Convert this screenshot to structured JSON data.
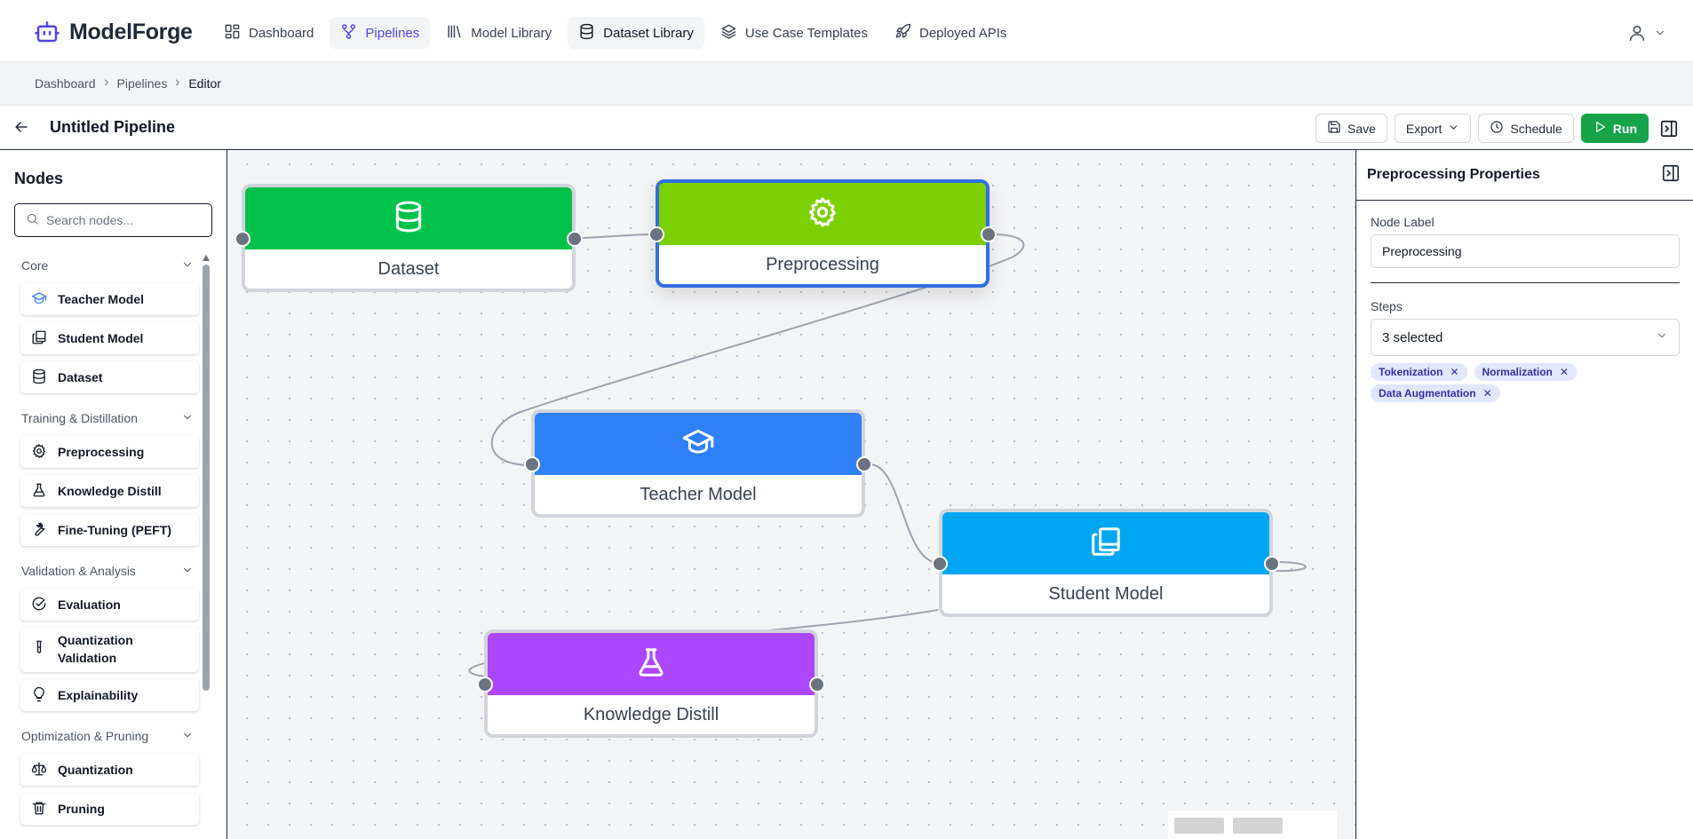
{
  "app": {
    "name": "ModelForge"
  },
  "nav": {
    "items": [
      {
        "label": "Dashboard",
        "icon": "dashboard-grid-icon",
        "state": ""
      },
      {
        "label": "Pipelines",
        "icon": "pipelines-icon",
        "state": "active"
      },
      {
        "label": "Model Library",
        "icon": "library-icon",
        "state": ""
      },
      {
        "label": "Dataset Library",
        "icon": "database-icon",
        "state": "hover"
      },
      {
        "label": "Use Case Templates",
        "icon": "layers-icon",
        "state": ""
      },
      {
        "label": "Deployed APIs",
        "icon": "rocket-icon",
        "state": ""
      }
    ]
  },
  "breadcrumb": [
    "Dashboard",
    "Pipelines",
    "Editor"
  ],
  "editor": {
    "title": "Untitled Pipeline",
    "save_label": "Save",
    "export_label": "Export",
    "schedule_label": "Schedule",
    "run_label": "Run"
  },
  "sidebar": {
    "title": "Nodes",
    "search_placeholder": "Search nodes...",
    "categories": [
      {
        "name": "Core",
        "items": [
          {
            "label": "Teacher Model",
            "icon": "graduation-cap-icon"
          },
          {
            "label": "Student Model",
            "icon": "book-copy-icon"
          },
          {
            "label": "Dataset",
            "icon": "database-icon"
          }
        ]
      },
      {
        "name": "Training & Distillation",
        "items": [
          {
            "label": "Preprocessing",
            "icon": "gear-icon"
          },
          {
            "label": "Knowledge Distill",
            "icon": "flask-icon"
          },
          {
            "label": "Fine-Tuning (PEFT)",
            "icon": "wrench-icon"
          }
        ]
      },
      {
        "name": "Validation & Analysis",
        "items": [
          {
            "label": "Evaluation",
            "icon": "check-circle-icon"
          },
          {
            "label": "Quantization Validation",
            "icon": "test-tube-icon"
          },
          {
            "label": "Explainability",
            "icon": "lightbulb-icon"
          }
        ]
      },
      {
        "name": "Optimization & Pruning",
        "items": [
          {
            "label": "Quantization",
            "icon": "scale-icon"
          },
          {
            "label": "Pruning",
            "icon": "trash-icon"
          }
        ]
      }
    ]
  },
  "canvas": {
    "nodes": [
      {
        "id": "dataset",
        "label": "Dataset",
        "color": "#00c24a",
        "icon": "database-icon",
        "selected": false
      },
      {
        "id": "preprocessing",
        "label": "Preprocessing",
        "color": "#7ccf00",
        "icon": "gear-icon",
        "selected": true
      },
      {
        "id": "teacher",
        "label": "Teacher Model",
        "color": "#2f7ff7",
        "icon": "graduation-cap-icon",
        "selected": false
      },
      {
        "id": "student",
        "label": "Student Model",
        "color": "#00a7f0",
        "icon": "book-copy-icon",
        "selected": false
      },
      {
        "id": "distill",
        "label": "Knowledge Distill",
        "color": "#ad46ff",
        "icon": "flask-icon",
        "selected": false
      }
    ]
  },
  "properties": {
    "title": "Preprocessing Properties",
    "node_label_label": "Node Label",
    "node_label_value": "Preprocessing",
    "steps_label": "Steps",
    "steps_summary": "3 selected",
    "steps_selected": [
      "Tokenization",
      "Normalization",
      "Data Augmentation"
    ]
  }
}
